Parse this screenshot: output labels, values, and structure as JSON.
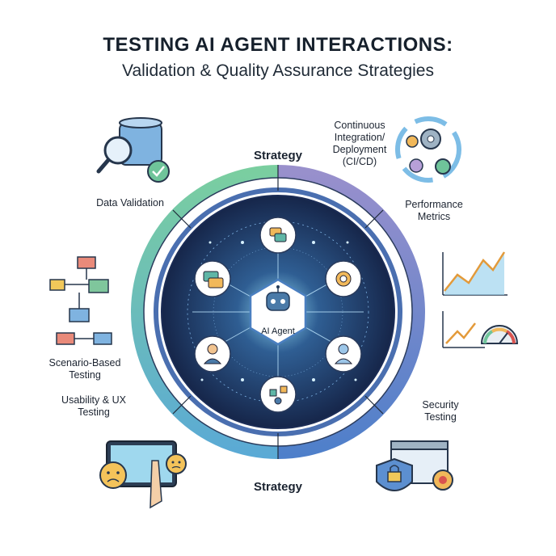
{
  "title": {
    "main": "TESTING AI AGENT INTERACTIONS:",
    "sub": "Validation & Quality Assurance Strategies"
  },
  "ring": {
    "top_label": "Strategy",
    "bottom_label": "Strategy",
    "center_label": "AI Agent"
  },
  "strategies": {
    "data_validation": "Data Validation",
    "ci_cd": "Continuous Integration/ Deployment (CI/CD)",
    "performance": "Performance Metrics",
    "scenario": "Scenario-Based Testing",
    "usability": "Usability & UX Testing",
    "security": "Security Testing"
  },
  "colors": {
    "ring_green": "#74c9a0",
    "ring_purple": "#8a84c4",
    "ring_blue": "#5c8fd0",
    "inner_navy": "#1b2c55"
  },
  "icons": [
    "database-magnifier-icon",
    "checkmark-icon",
    "gears-cycle-icon",
    "line-chart-icon",
    "gauge-icon",
    "flowchart-icon",
    "tablet-touch-icon",
    "security-shield-icon",
    "robot-icon",
    "chat-bubbles-icon",
    "person-icon"
  ]
}
